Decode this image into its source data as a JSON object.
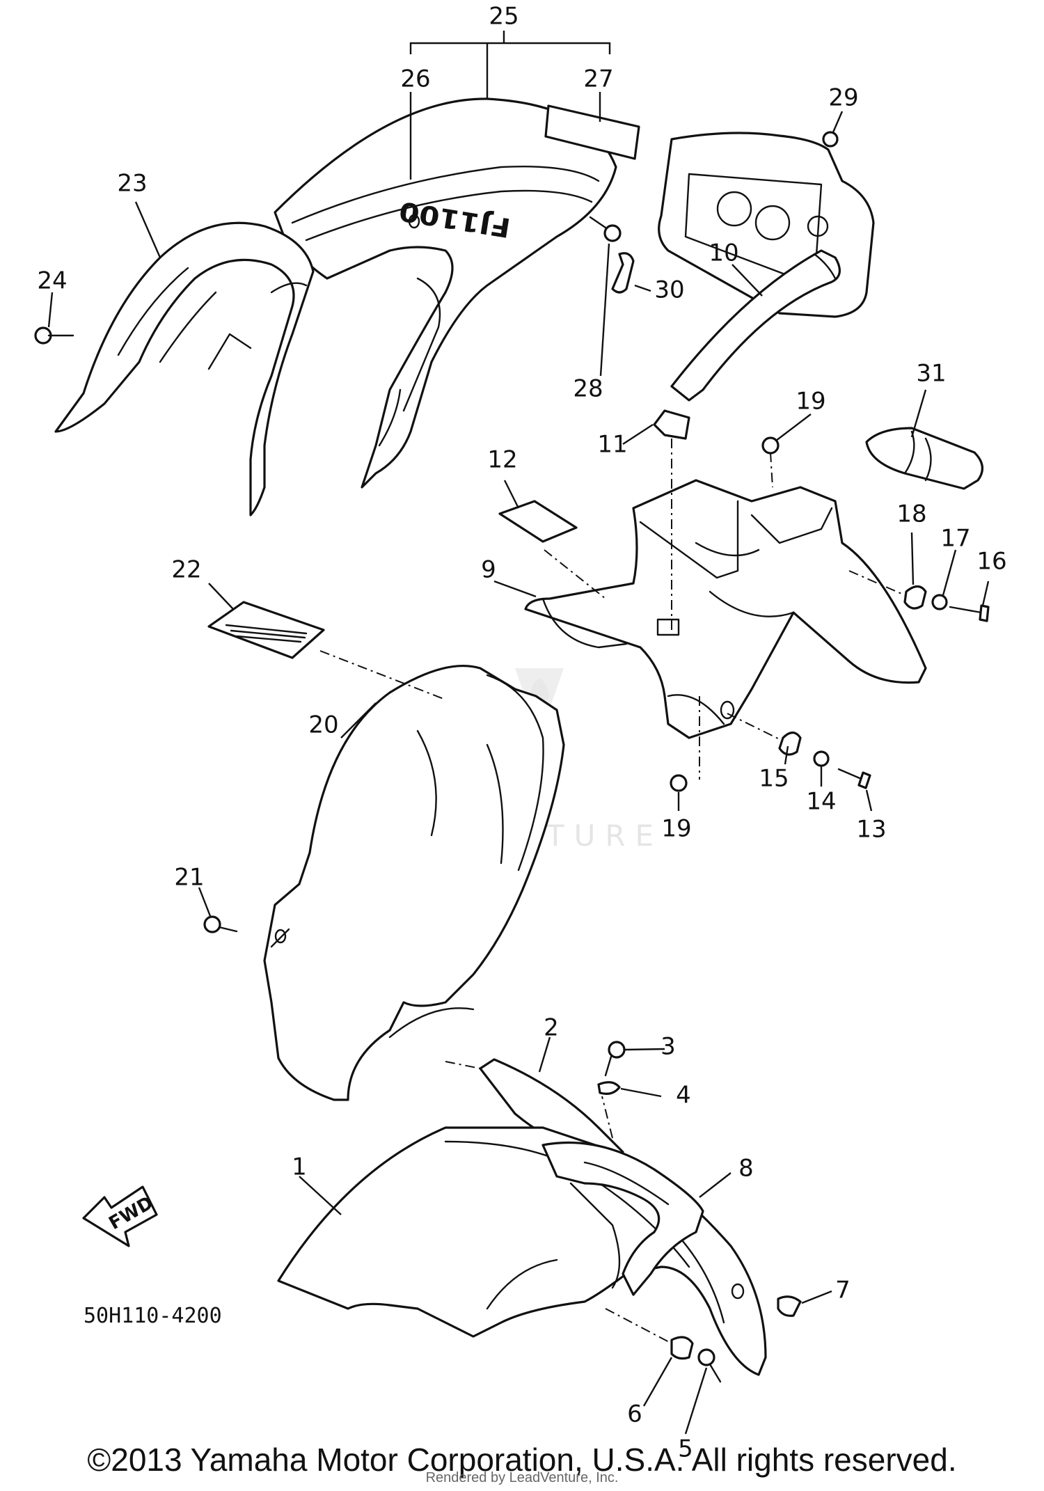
{
  "diagram_code": "50H110-4200",
  "fwd_label": "FWD",
  "model_text": "FJ1100",
  "watermark": "LEADVENTURE",
  "copyright": "©2013 Yamaha Motor Corporation, U.S.A. All rights reserved.",
  "rendered_by": "Rendered by LeadVenture, Inc.",
  "callouts": [
    "1",
    "2",
    "3",
    "4",
    "5",
    "6",
    "7",
    "8",
    "9",
    "10",
    "11",
    "12",
    "13",
    "14",
    "15",
    "16",
    "17",
    "18",
    "19",
    "20",
    "21",
    "22",
    "23",
    "24",
    "25",
    "26",
    "27",
    "28",
    "29",
    "30",
    "31"
  ]
}
